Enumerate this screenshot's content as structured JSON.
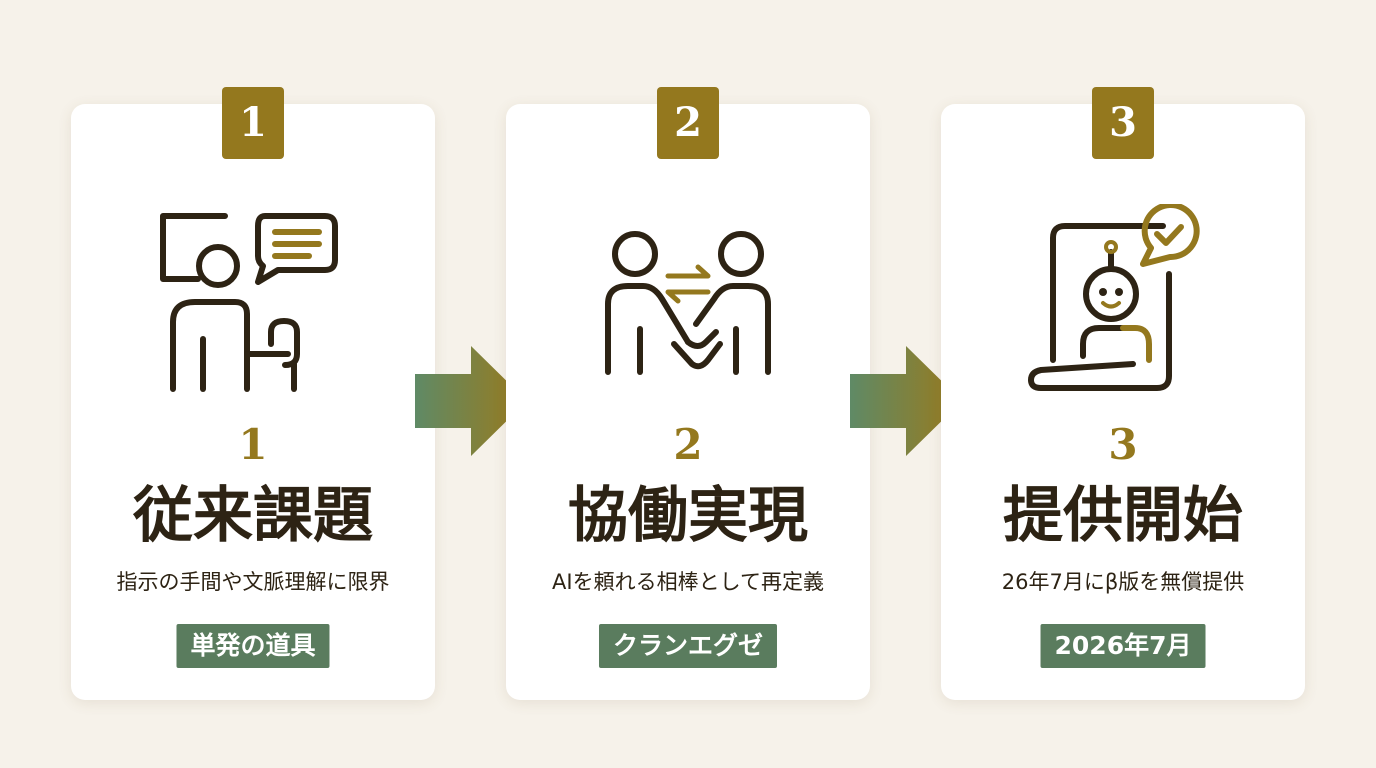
{
  "steps": [
    {
      "badge": "1",
      "number": "1",
      "title": "従来課題",
      "description": "指示の手間や文脈理解に限界",
      "tag": "単発の道具",
      "icon": "person-speech-bubble-icon"
    },
    {
      "badge": "2",
      "number": "2",
      "title": "協働実現",
      "description": "AIを頼れる相棒として再定義",
      "tag": "クランエグゼ",
      "icon": "handshake-icon"
    },
    {
      "badge": "3",
      "number": "3",
      "title": "提供開始",
      "description": "26年7月にβ版を無償提供",
      "tag": "2026年7月",
      "icon": "robot-check-icon"
    }
  ],
  "colors": {
    "background": "#f6f2ea",
    "card": "#ffffff",
    "gold": "#94781e",
    "dark": "#2d2314",
    "green": "#5a7c5e"
  }
}
